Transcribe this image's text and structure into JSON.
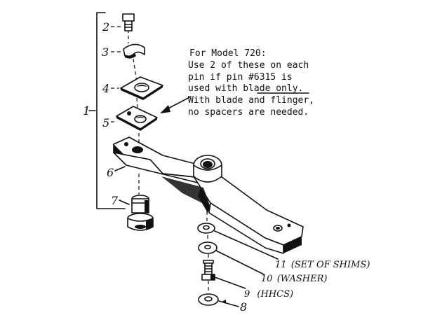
{
  "diagram": {
    "bracket_label": "1",
    "parts": [
      {
        "number": "2",
        "description": ""
      },
      {
        "number": "3",
        "description": ""
      },
      {
        "number": "4",
        "description": ""
      },
      {
        "number": "5",
        "description": ""
      },
      {
        "number": "6",
        "description": ""
      },
      {
        "number": "7",
        "description": ""
      },
      {
        "number": "8",
        "description": ""
      },
      {
        "number": "9",
        "description": "(HHCS)"
      },
      {
        "number": "10",
        "description": "(WASHER)"
      },
      {
        "number": "11",
        "description": "(SET OF SHIMS)"
      }
    ],
    "note": {
      "lines": [
        "For Model 720:",
        "Use 2 of these on each",
        "pin if pin #6315 is",
        "used with blade only.",
        "With blade and flinger,",
        "no spacers are needed."
      ],
      "underlined": "blade only"
    }
  }
}
